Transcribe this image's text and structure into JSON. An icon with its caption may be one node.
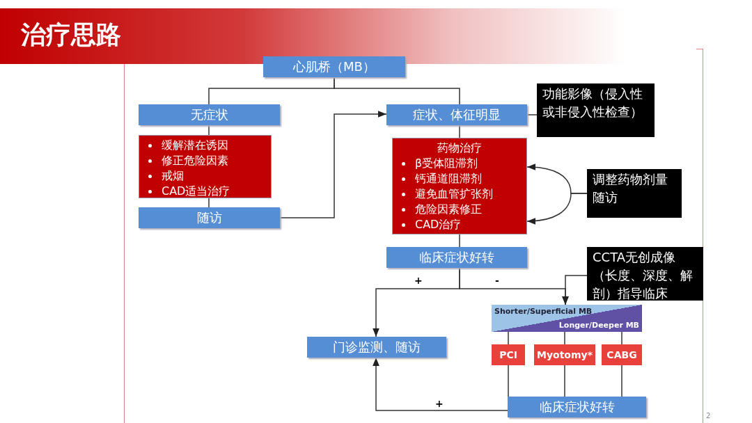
{
  "diagram": {
    "title": "治疗思路",
    "nodes": [
      {
        "text": [
          "心肌桥（MB）"
        ]
      },
      {
        "text": [
          "无症状"
        ]
      },
      {
        "text": [
          "缓解潜在诱因",
          "修正危险因素",
          "戒烟",
          "CAD适当治疗"
        ]
      },
      {
        "text": [
          "随访"
        ]
      },
      {
        "text": [
          "症状、体征明显"
        ]
      },
      {
        "text": [
          "功能影像（侵入性或非侵入性检查）"
        ]
      },
      {
        "text": [
          "药物治疗",
          "β受体阻滞剂",
          "钙通道阻滞剂",
          "避免血管扩张剂",
          "危险因素修正",
          "CAD治疗"
        ]
      },
      {
        "text": [
          "调整药物剂量",
          "随访"
        ]
      },
      {
        "text": [
          "临床症状好转"
        ]
      },
      {
        "text": [
          "CCTA无创成像（长度、深度、解剖）指导临床"
        ]
      },
      {
        "text": [
          "Shorter/Superficial MB",
          "Longer/Deeper MB"
        ]
      },
      {
        "text": [
          "门诊监测、随访"
        ]
      },
      {
        "text": [
          "PCI"
        ]
      },
      {
        "text": [
          "Myotomy*"
        ]
      },
      {
        "text": [
          "CABG"
        ]
      },
      {
        "text": [
          "临床症状好转"
        ]
      }
    ],
    "edges": [
      {
        "from": 0,
        "to": 1,
        "arrow": "none"
      },
      {
        "from": 0,
        "to": 4,
        "arrow": "none"
      },
      {
        "from": 1,
        "to": 2,
        "arrow": "none"
      },
      {
        "from": 2,
        "to": 3,
        "arrow": "none"
      },
      {
        "from": 3,
        "to": 4,
        "arrow": "to"
      },
      {
        "from": 4,
        "to": 5,
        "arrow": "none"
      },
      {
        "from": 4,
        "to": 6,
        "arrow": "none"
      },
      {
        "from": 7,
        "to": 6,
        "arrow": "to"
      },
      {
        "from": 7,
        "to": 6,
        "arrow": "to"
      },
      {
        "from": 6,
        "to": 8,
        "arrow": "none"
      },
      {
        "from": 8,
        "to": 11,
        "arrow": "to",
        "label": "+"
      },
      {
        "from": 8,
        "to": 10,
        "arrow": "to",
        "label": "-"
      },
      {
        "from": 9,
        "to": 10,
        "arrow": "to"
      },
      {
        "from": 10,
        "to": 12,
        "arrow": "none"
      },
      {
        "from": 10,
        "to": 13,
        "arrow": "none"
      },
      {
        "from": 10,
        "to": 14,
        "arrow": "none"
      },
      {
        "from": 12,
        "to": 15,
        "arrow": "none"
      },
      {
        "from": 13,
        "to": 15,
        "arrow": "none"
      },
      {
        "from": 14,
        "to": 15,
        "arrow": "none"
      },
      {
        "from": 15,
        "to": 11,
        "arrow": "to",
        "label": "+"
      }
    ],
    "labels": [
      "2"
    ]
  }
}
